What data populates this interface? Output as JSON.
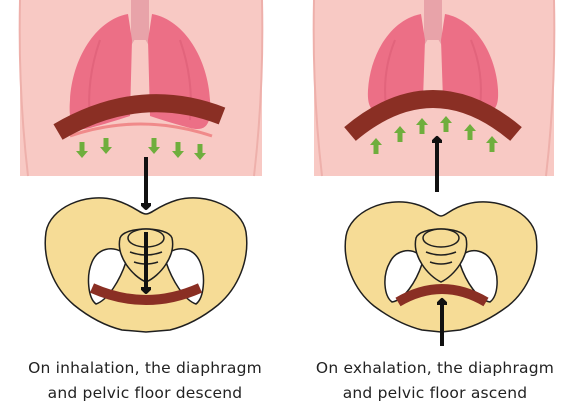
{
  "panels": [
    {
      "id": "inhalation",
      "caption": [
        "On inhalation, the diaphragm",
        "and pelvic floor descend"
      ],
      "movement": "descend"
    },
    {
      "id": "exhalation",
      "caption": [
        "On exhalation, the diaphragm",
        "and pelvic floor ascend"
      ],
      "movement": "ascend"
    }
  ],
  "colors": {
    "torso": "#f8c9c4",
    "lungs": "#ec6f86",
    "lungs_shadow": "#d85a72",
    "trachea": "#e8a3a9",
    "diaphragm": "#8a2f24",
    "diaphragm_outline": "#f08a8a",
    "pelvis": "#f6dc96",
    "pelvis_stroke": "#1f1f1f",
    "arrow": "#111111",
    "green_arrow": "#6fae3d",
    "text": "#222222"
  }
}
